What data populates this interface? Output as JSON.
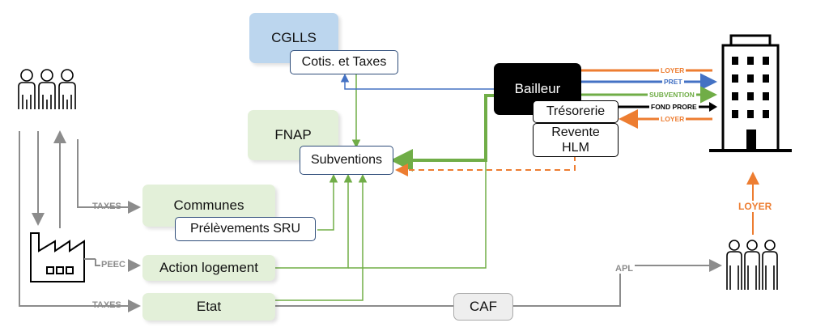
{
  "boxes": {
    "cglls": "CGLLS",
    "cotis": "Cotis. et Taxes",
    "fnap": "FNAP",
    "subventions": "Subventions",
    "communes": "Communes",
    "prelevements": "Prélèvements SRU",
    "action_logement": "Action logement",
    "etat": "Etat",
    "caf": "CAF",
    "bailleur": "Bailleur",
    "tresorerie": "Trésorerie",
    "revente_1": "Revente",
    "revente_2": "HLM"
  },
  "flows": {
    "taxes_communes": "TAXES",
    "peec": "PEEC",
    "taxes_etat": "TAXES",
    "apl": "APL",
    "loyer_tenants": "LOYER"
  },
  "building_flows": {
    "loyer_top": "LOYER",
    "pret": "PRET",
    "subvention": "SUBVENTION",
    "fond_propre": "FOND PRORE",
    "loyer_bottom": "LOYER"
  },
  "colors": {
    "gray": "#8c8c8c",
    "green": "#70ad47",
    "orange": "#ed7d31",
    "blue": "#4472c4",
    "black": "#000000"
  },
  "icons": [
    "people-top-left-icon",
    "factory-icon",
    "building-icon",
    "people-bottom-right-icon"
  ]
}
